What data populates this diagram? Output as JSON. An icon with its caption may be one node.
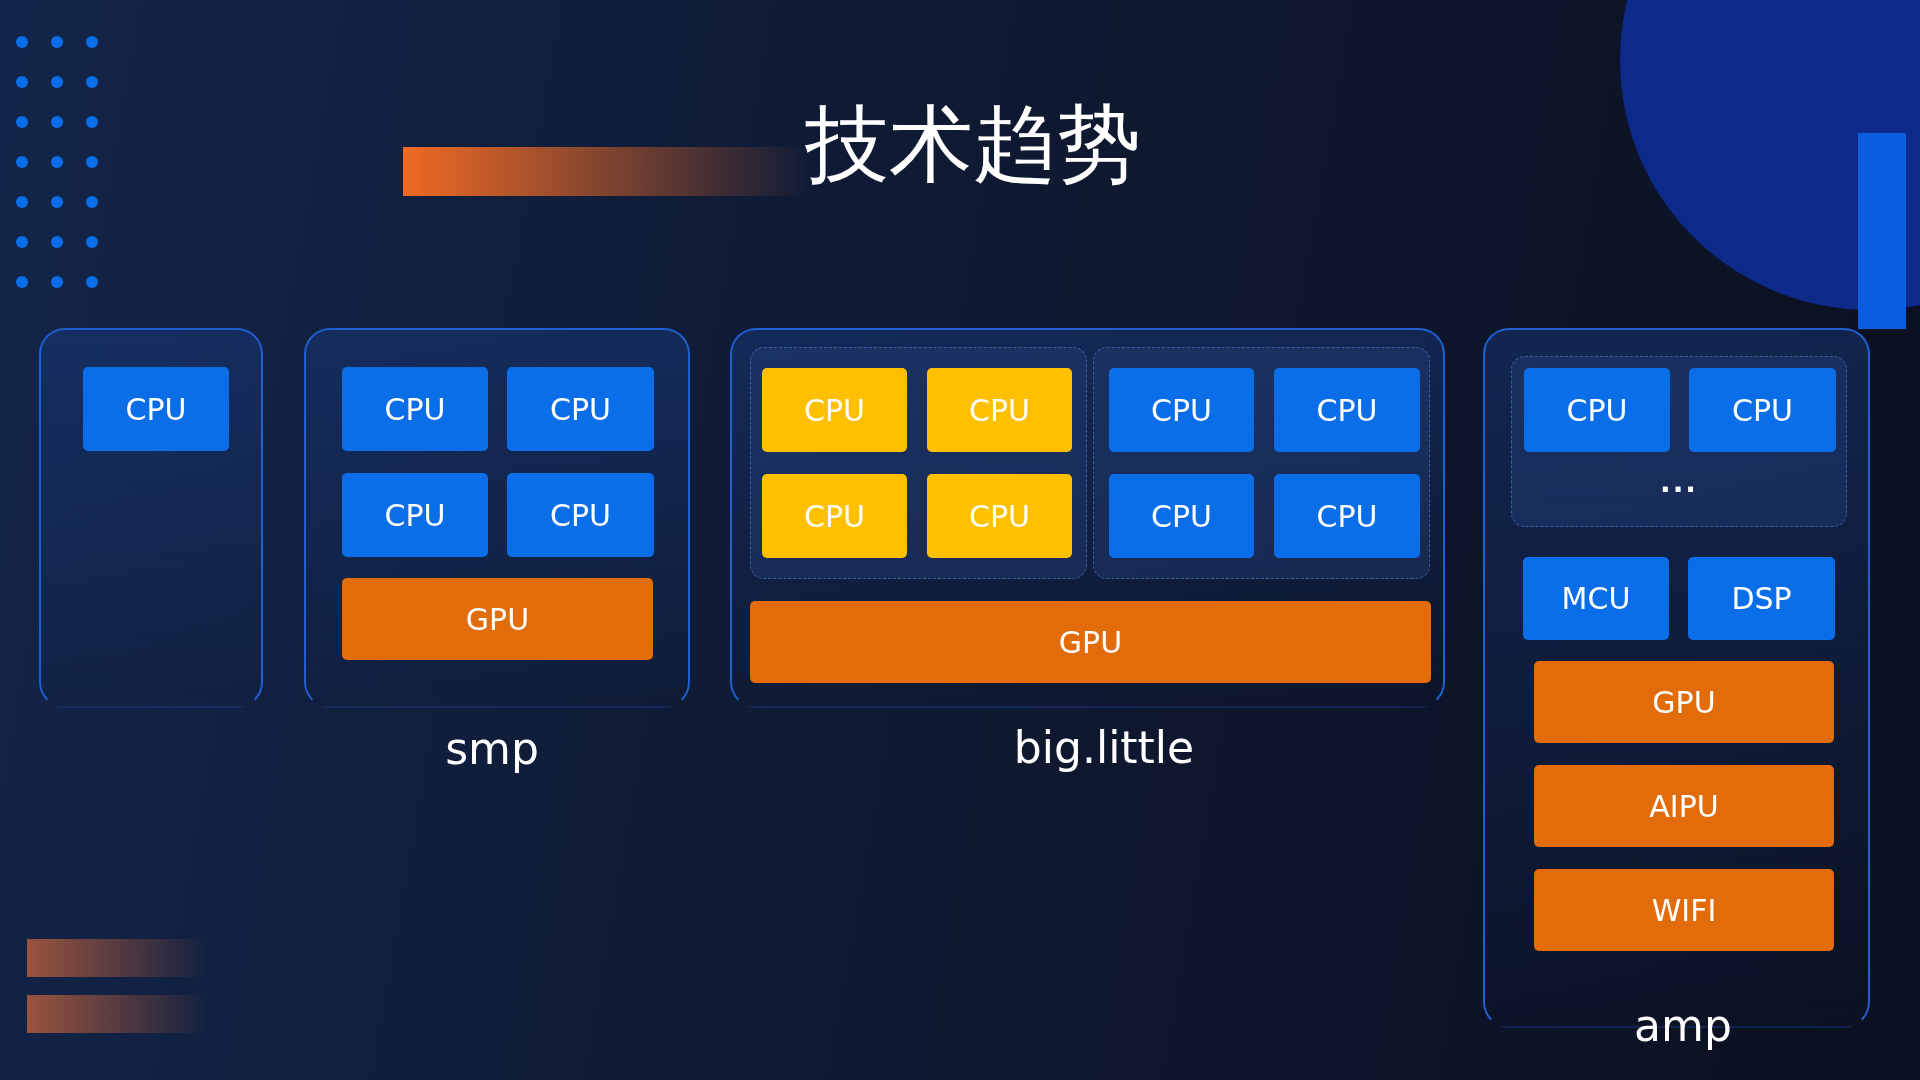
{
  "diagram": {
    "title": "技术趋势",
    "nodes": [
      {
        "text": [],
        "shape": "box"
      },
      {
        "text": [
          "CPU"
        ],
        "in": 0
      },
      {
        "text": [],
        "shape": "box",
        "beside": [
          "smp"
        ]
      },
      {
        "text": [
          "CPU"
        ],
        "in": 2
      },
      {
        "text": [
          "CPU"
        ],
        "in": 2
      },
      {
        "text": [
          "CPU"
        ],
        "in": 2
      },
      {
        "text": [
          "CPU"
        ],
        "in": 2
      },
      {
        "text": [
          "GPU"
        ],
        "in": 2
      },
      {
        "text": [],
        "shape": "box",
        "beside": [
          "big.little"
        ]
      },
      {
        "text": [],
        "shape": "box",
        "in": 8
      },
      {
        "text": [
          "CPU"
        ],
        "in": 9
      },
      {
        "text": [
          "CPU"
        ],
        "in": 9
      },
      {
        "text": [
          "CPU"
        ],
        "in": 9
      },
      {
        "text": [
          "CPU"
        ],
        "in": 9
      },
      {
        "text": [],
        "shape": "box",
        "in": 8
      },
      {
        "text": [
          "CPU"
        ],
        "in": 14
      },
      {
        "text": [
          "CPU"
        ],
        "in": 14
      },
      {
        "text": [
          "CPU"
        ],
        "in": 14
      },
      {
        "text": [
          "CPU"
        ],
        "in": 14
      },
      {
        "text": [
          "GPU"
        ],
        "in": 8
      },
      {
        "text": [],
        "shape": "box",
        "beside": [
          "amp"
        ]
      },
      {
        "text": [
          "..."
        ],
        "in": 20
      },
      {
        "text": [
          "CPU"
        ],
        "in": 21
      },
      {
        "text": [
          "CPU"
        ],
        "in": 21
      },
      {
        "text": [
          "MCU"
        ],
        "in": 20
      },
      {
        "text": [
          "DSP"
        ],
        "in": 20
      },
      {
        "text": [
          "GPU"
        ],
        "in": 20
      },
      {
        "text": [
          "AIPU"
        ],
        "in": 20
      },
      {
        "text": [
          "WIFI"
        ],
        "in": 20
      }
    ]
  }
}
